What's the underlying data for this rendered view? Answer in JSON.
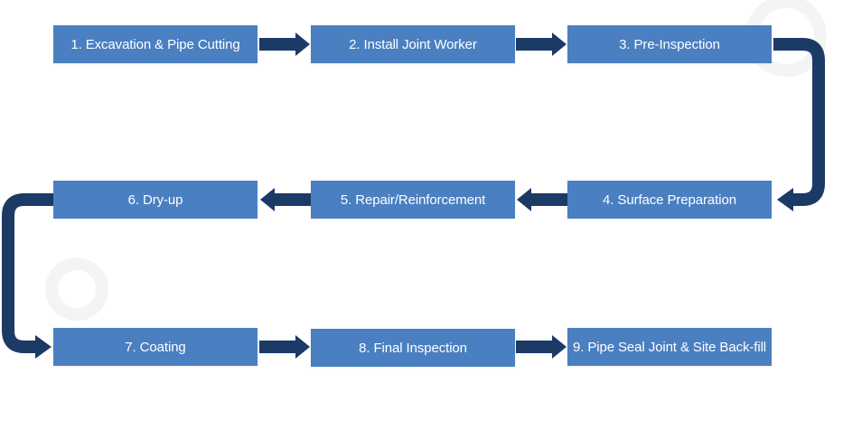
{
  "diagram": {
    "steps": [
      {
        "id": 1,
        "label": "1. Excavation & Pipe Cutting"
      },
      {
        "id": 2,
        "label": "2. Install Joint Worker"
      },
      {
        "id": 3,
        "label": "3. Pre-Inspection"
      },
      {
        "id": 4,
        "label": "4. Surface Preparation"
      },
      {
        "id": 5,
        "label": "5. Repair/Reinforcement"
      },
      {
        "id": 6,
        "label": "6. Dry-up"
      },
      {
        "id": 7,
        "label": "7. Coating"
      },
      {
        "id": 8,
        "label": "8. Final Inspection"
      },
      {
        "id": 9,
        "label": "9. Pipe Seal Joint & Site Back-fill"
      }
    ],
    "colors": {
      "box": "#4a7fc1",
      "box_text": "#ffffff",
      "arrow": "#1b3a66"
    }
  }
}
